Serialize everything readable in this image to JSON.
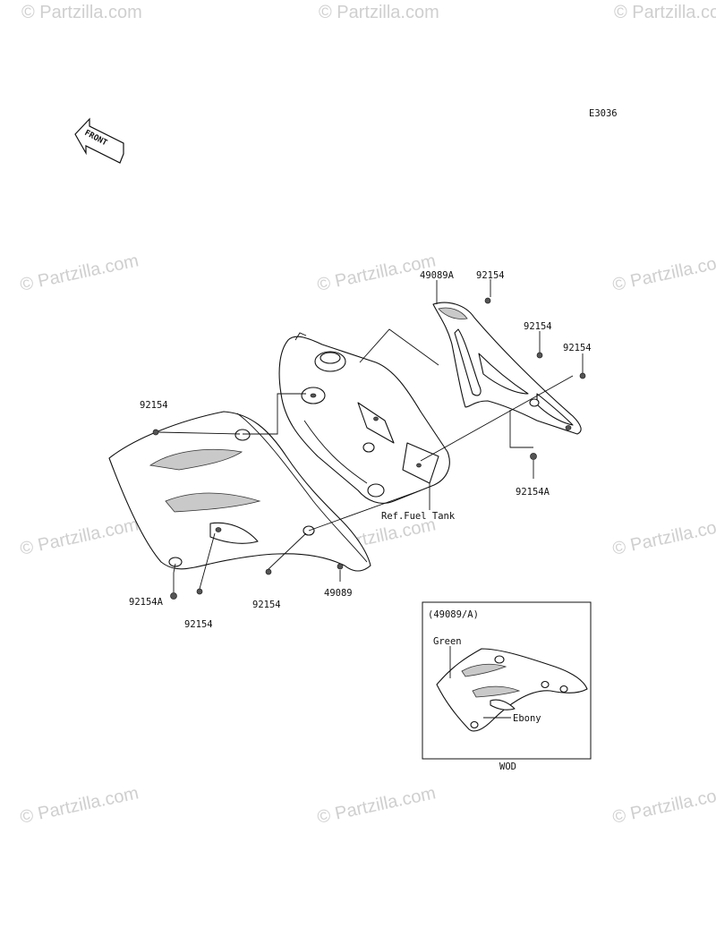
{
  "diagram_code": "E3036",
  "front_arrow_text": "FRONT",
  "watermark": "© Partzilla.com",
  "ref_label": "Ref.Fuel Tank",
  "callouts": {
    "c1": "49089A",
    "c2": "92154",
    "c3": "92154",
    "c4": "92154",
    "c5": "92154",
    "c6": "92154A",
    "c7": "92154A",
    "c8": "92154",
    "c9": "92154",
    "c10": "49089"
  },
  "inset": {
    "title": "(49089/A)",
    "color_1": "Green",
    "color_2": "Ebony",
    "caption": "WOD"
  },
  "colors": {
    "line": "#111111",
    "watermark": "#cfcfcf",
    "shade": "#c9c9c9"
  }
}
